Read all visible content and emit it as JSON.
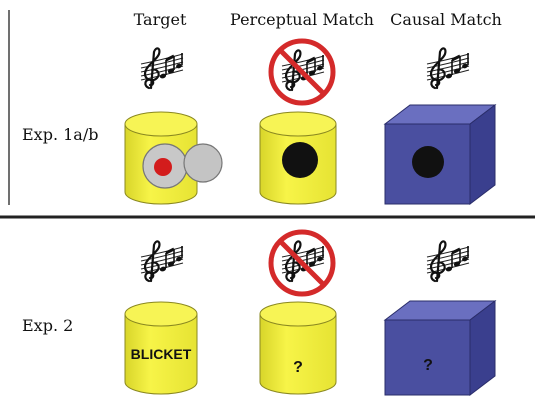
{
  "columns": {
    "target": "Target",
    "perceptual": "Perceptual Match",
    "causal": "Causal Match"
  },
  "rows": {
    "exp1": "Exp. 1a/b",
    "exp2": "Exp. 2"
  },
  "objects": {
    "blicket": "BLICKET",
    "unknown_perceptual": "?",
    "unknown_causal": "?"
  },
  "colors": {
    "cylinder_yellow": "#f2ef3c",
    "cube_blue": "#4a4fa0",
    "no_symbol_red": "#d42a2a",
    "button_gray": "#c8c8c8",
    "button_red": "#d31c1c"
  },
  "icons": [
    "music-notes-icon",
    "no-music-icon"
  ]
}
